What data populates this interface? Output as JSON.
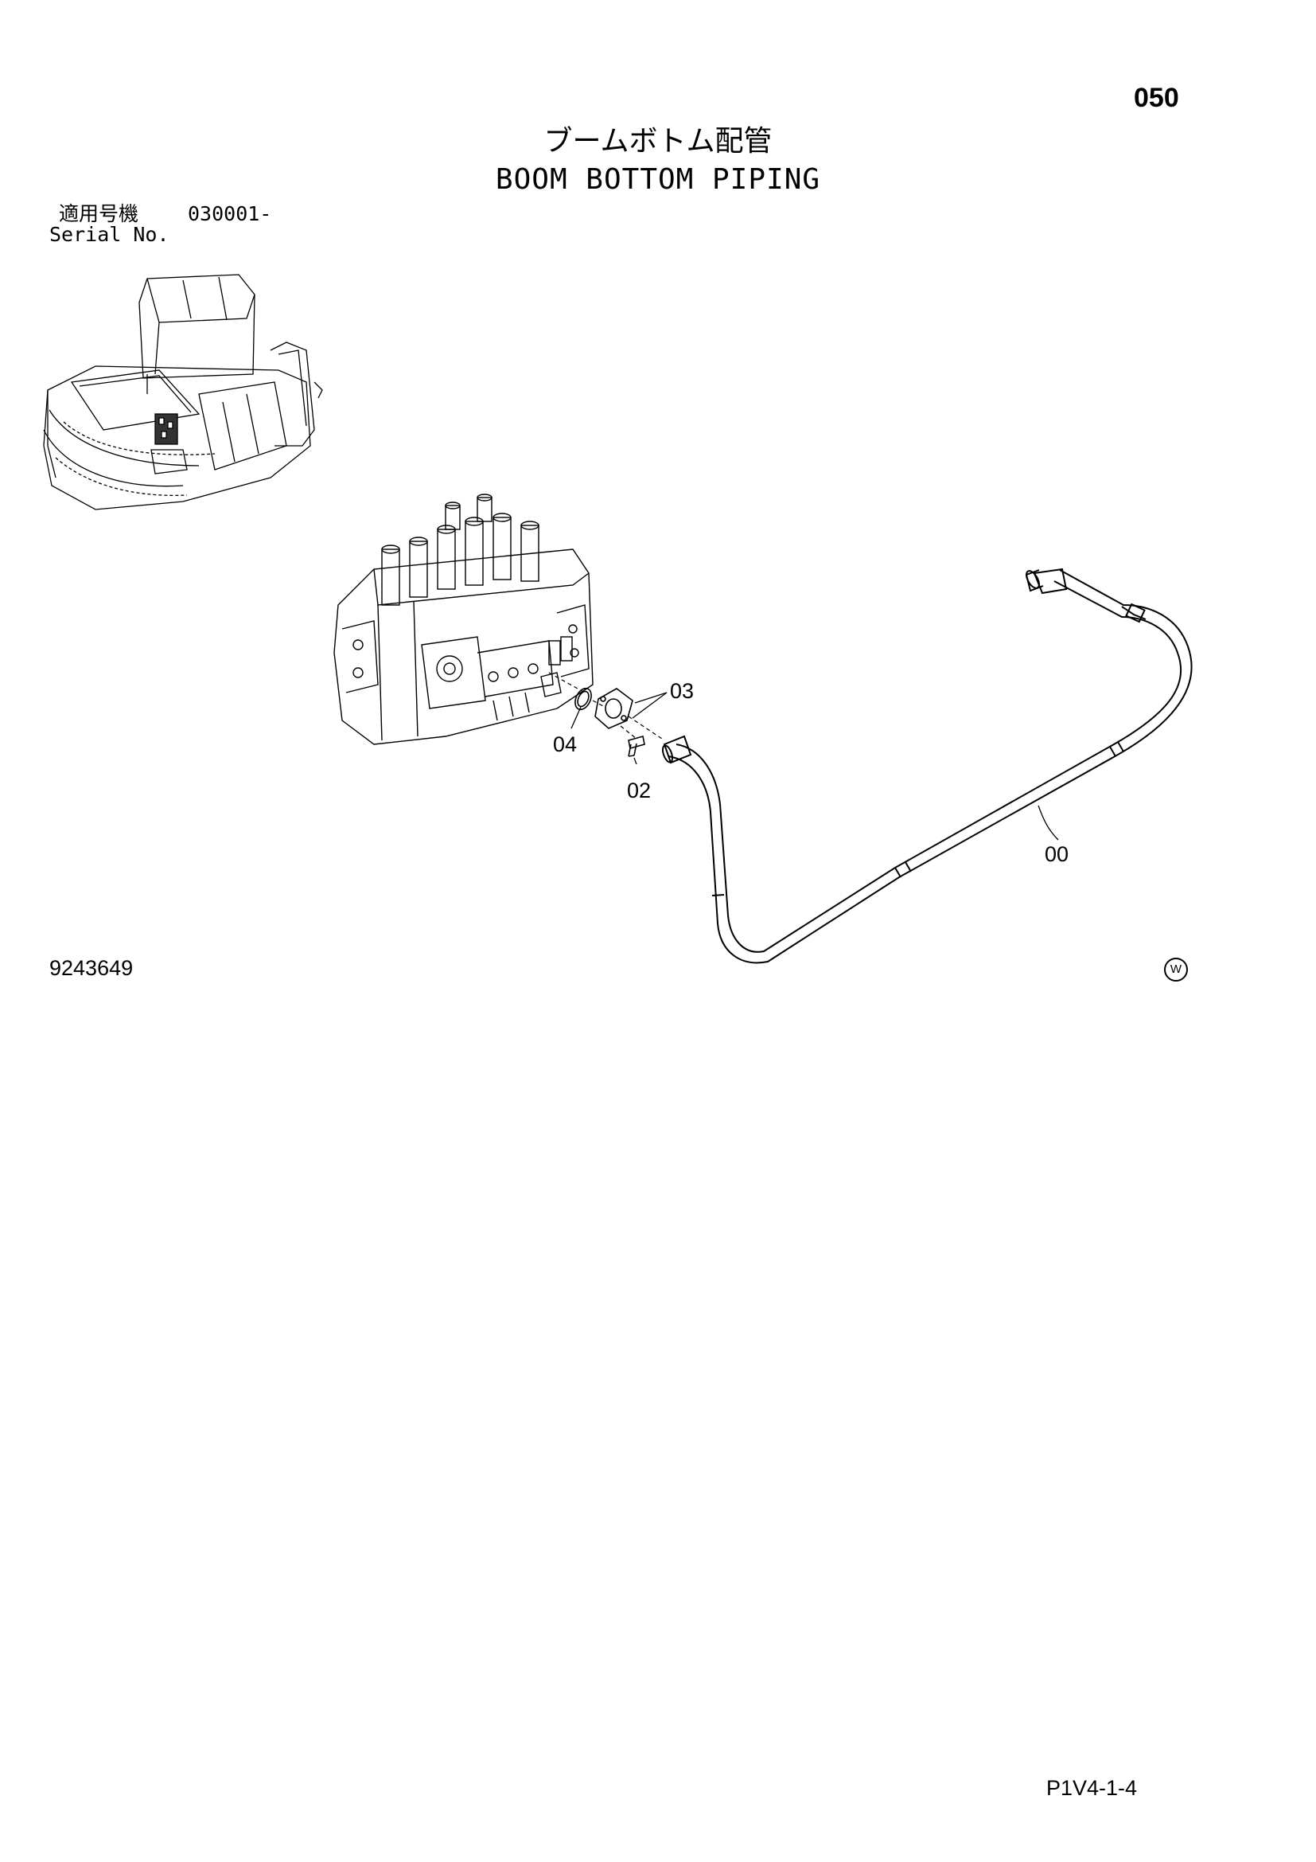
{
  "page_number": "050",
  "title_jp": "ブームボトム配管",
  "title_en": "BOOM BOTTOM PIPING",
  "serial": {
    "label_jp": "適用号機",
    "label_en": "Serial No.",
    "range": "030001-"
  },
  "callouts": {
    "c00": "00",
    "c02": "02",
    "c03": "03",
    "c04": "04"
  },
  "drawing_number": "9243649",
  "w_mark": "W",
  "page_code": "P1V4-1-4"
}
